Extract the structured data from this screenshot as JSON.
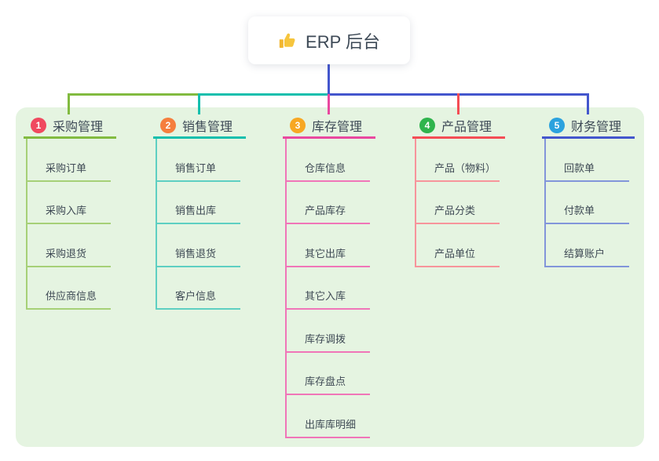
{
  "root": {
    "label": "ERP 后台",
    "icon": "thumbs-up-icon"
  },
  "colors": {
    "panel_bg": "#e5f4e1",
    "root_line": "#4356cd",
    "text": "#3d4956",
    "thumb_icon": "#f2b630"
  },
  "branches": [
    {
      "num": "1",
      "label": "采购管理",
      "badge_color": "#f0495f",
      "line_color": "#82bb40",
      "child_line_color": "#a6d077",
      "children": [
        "采购订单",
        "采购入库",
        "采购退货",
        "供应商信息"
      ]
    },
    {
      "num": "2",
      "label": "销售管理",
      "badge_color": "#f57e3d",
      "line_color": "#14bfad",
      "child_line_color": "#5ecfc2",
      "children": [
        "销售订单",
        "销售出库",
        "销售退货",
        "客户信息"
      ]
    },
    {
      "num": "3",
      "label": "库存管理",
      "badge_color": "#f7a723",
      "line_color": "#e9489f",
      "child_line_color": "#f075b8",
      "children": [
        "仓库信息",
        "产品库存",
        "其它出库",
        "其它入库",
        "库存调拨",
        "库存盘点",
        "出库库明细"
      ]
    },
    {
      "num": "4",
      "label": "产品管理",
      "badge_color": "#2fb44d",
      "line_color": "#f44d55",
      "child_line_color": "#f7949b",
      "children": [
        "产品（物料）",
        "产品分类",
        "产品单位"
      ]
    },
    {
      "num": "5",
      "label": "财务管理",
      "badge_color": "#2ba2de",
      "line_color": "#4356cd",
      "child_line_color": "#8295da",
      "children": [
        "回款单",
        "付款单",
        "结算账户"
      ]
    }
  ]
}
